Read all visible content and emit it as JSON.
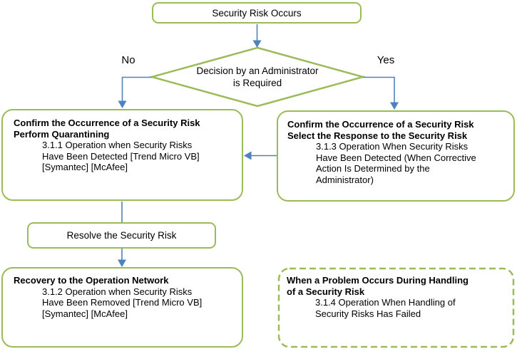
{
  "colors": {
    "background": "#ffffff",
    "text": "#000000",
    "shape_green": "#9bbb59",
    "arrow_blue": "#4f81bd"
  },
  "flow": {
    "start": {
      "label": "Security Risk Occurs"
    },
    "decision": {
      "label": "Decision by an Administrator\nis Required"
    },
    "branch_no": "No",
    "branch_yes": "Yes",
    "quarantine": {
      "title": "Confirm the Occurrence of a Security Risk\nPerform Quarantining",
      "body": "3.1.1 Operation when Security Risks\nHave Been Detected [Trend Micro VB]\n[Symantec] [McAfee]"
    },
    "select_response": {
      "title": "Confirm the Occurrence of a Security Risk\nSelect the Response to the Security Risk",
      "body": "3.1.3 Operation When Security Risks\nHave Been Detected (When Corrective\nAction Is Determined by the\nAdministrator)"
    },
    "resolve": {
      "label": "Resolve the Security Risk"
    },
    "recovery": {
      "title": "Recovery to the Operation Network",
      "body": "3.1.2 Operation when Security Risks\nHave Been Removed [Trend Micro VB]\n[Symantec] [McAfee]"
    },
    "problem": {
      "title": "When a Problem Occurs During Handling\nof a Security Risk",
      "body": "3.1.4 Operation When Handling of\nSecurity Risks Has Failed"
    }
  }
}
